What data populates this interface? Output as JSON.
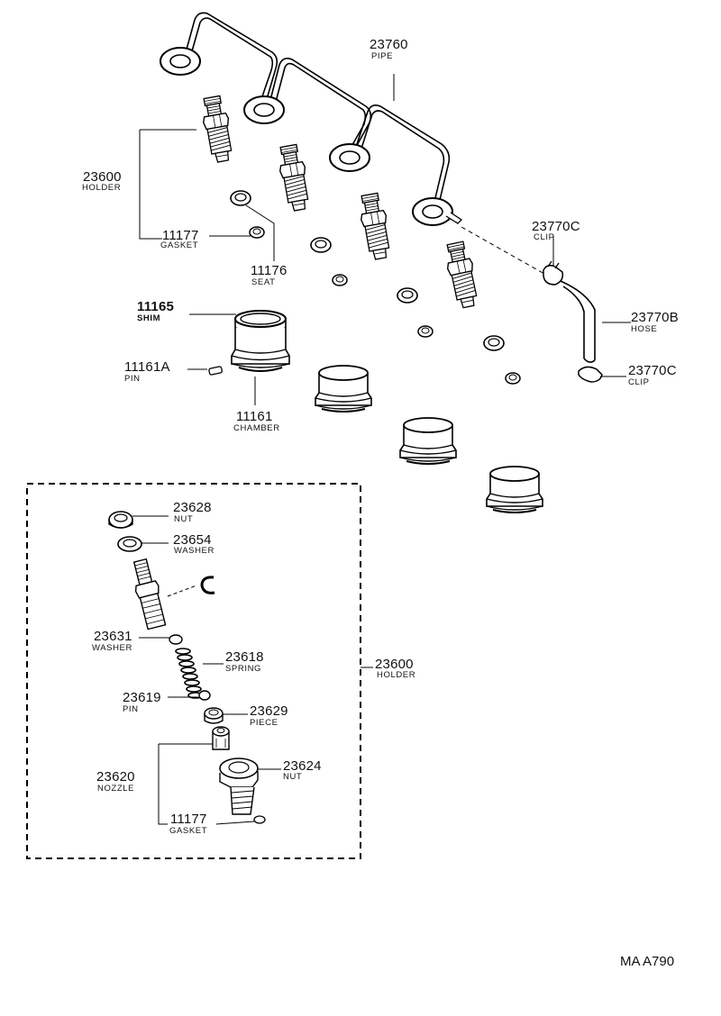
{
  "labels": {
    "pipe": {
      "number": "23760",
      "name": "PIPE"
    },
    "holder_top": {
      "number": "23600",
      "name": "HOLDER"
    },
    "gasket_top": {
      "number": "11177",
      "name": "GASKET"
    },
    "seat": {
      "number": "11176",
      "name": "SEAT"
    },
    "clip_upper": {
      "number": "23770C",
      "name": "CLIP"
    },
    "hose": {
      "number": "23770B",
      "name": "HOSE"
    },
    "clip_lower": {
      "number": "23770C",
      "name": "CLIP"
    },
    "shim": {
      "number": "11165",
      "name": "SHIM"
    },
    "pin_chamber": {
      "number": "11161A",
      "name": "PIN"
    },
    "chamber": {
      "number": "11161",
      "name": "CHAMBER"
    },
    "nut_top": {
      "number": "23628",
      "name": "NUT"
    },
    "washer_top": {
      "number": "23654",
      "name": "WASHER"
    },
    "washer_mid": {
      "number": "23631",
      "name": "WASHER"
    },
    "spring": {
      "number": "23618",
      "name": "SPRING"
    },
    "pin_inner": {
      "number": "23619",
      "name": "PIN"
    },
    "piece": {
      "number": "23629",
      "name": "PIECE"
    },
    "nozzle": {
      "number": "23620",
      "name": "NOZZLE"
    },
    "nut_bottom": {
      "number": "23624",
      "name": "NUT"
    },
    "gasket_bottom": {
      "number": "11177",
      "name": "GASKET"
    },
    "holder_box": {
      "number": "23600",
      "name": "HOLDER"
    }
  },
  "diagram_code": "MA A790"
}
